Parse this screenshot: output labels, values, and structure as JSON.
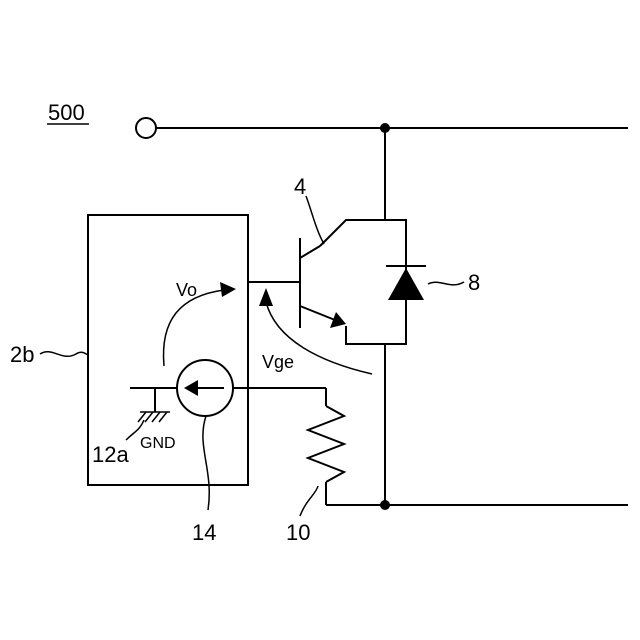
{
  "labels": {
    "figure_ref": "500",
    "transistor": "4",
    "diode": "8",
    "driver_block": "2b",
    "ground_ref": "12a",
    "ground_text": "GND",
    "current_source": "14",
    "resistor": "10",
    "output_voltage": "Vo",
    "gate_emitter_voltage": "Vge"
  },
  "colors": {
    "line": "#000000",
    "background": "#ffffff"
  }
}
